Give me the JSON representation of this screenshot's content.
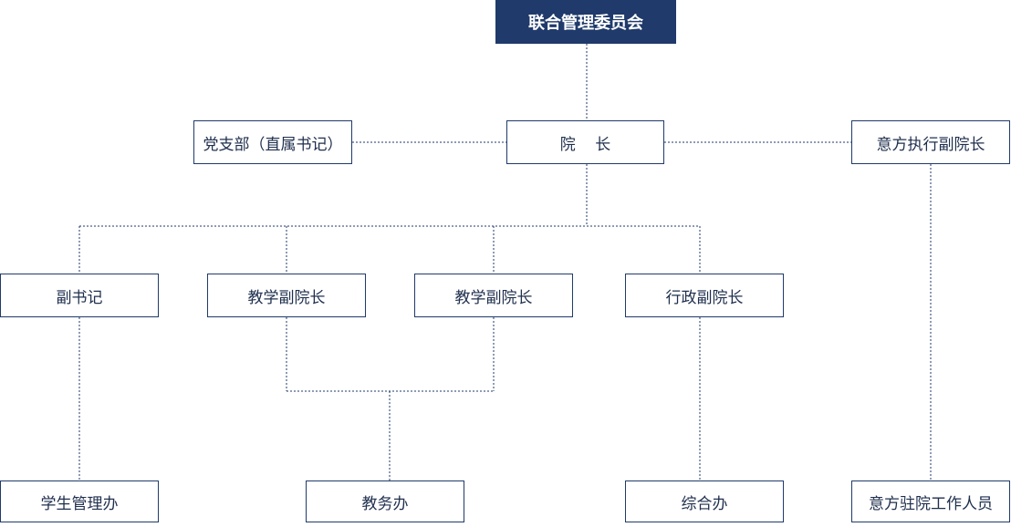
{
  "colors": {
    "accent": "#1f3a6b",
    "text": "#1f2f4d",
    "background": "#ffffff"
  },
  "nodes": {
    "committee": "联合管理委员会",
    "dean": "院    长",
    "party_branch": "党支部（直属书记）",
    "italian_exec_vice_dean": "意方执行副院长",
    "deputy_secretary": "副书记",
    "teaching_vice_dean_1": "教学副院长",
    "teaching_vice_dean_2": "教学副院长",
    "admin_vice_dean": "行政副院长",
    "student_affairs_office": "学生管理办",
    "academic_affairs_office": "教务办",
    "general_office": "综合办",
    "italian_resident_staff": "意方驻院工作人员"
  }
}
